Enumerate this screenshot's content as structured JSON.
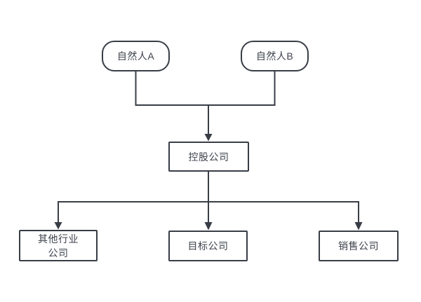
{
  "diagram": {
    "colors": {
      "stroke": "#383d46",
      "text": "#3d424b",
      "background": "#ffffff"
    },
    "nodes": {
      "person_a": {
        "label": "自然人A",
        "shape": "rounded-rectangle"
      },
      "person_b": {
        "label": "自然人B",
        "shape": "rounded-rectangle"
      },
      "holding_company": {
        "label": "控股公司",
        "shape": "rectangle"
      },
      "other_industry_company": {
        "label": "其他行业\n公司",
        "shape": "rectangle"
      },
      "target_company": {
        "label": "目标公司",
        "shape": "rectangle"
      },
      "sales_company": {
        "label": "销售公司",
        "shape": "rectangle"
      }
    },
    "edges": [
      {
        "from": "person_a",
        "to": "holding_company",
        "arrow": true
      },
      {
        "from": "person_b",
        "to": "holding_company",
        "arrow": true
      },
      {
        "from": "holding_company",
        "to": "other_industry_company",
        "arrow": true
      },
      {
        "from": "holding_company",
        "to": "target_company",
        "arrow": true
      },
      {
        "from": "holding_company",
        "to": "sales_company",
        "arrow": true
      }
    ]
  }
}
